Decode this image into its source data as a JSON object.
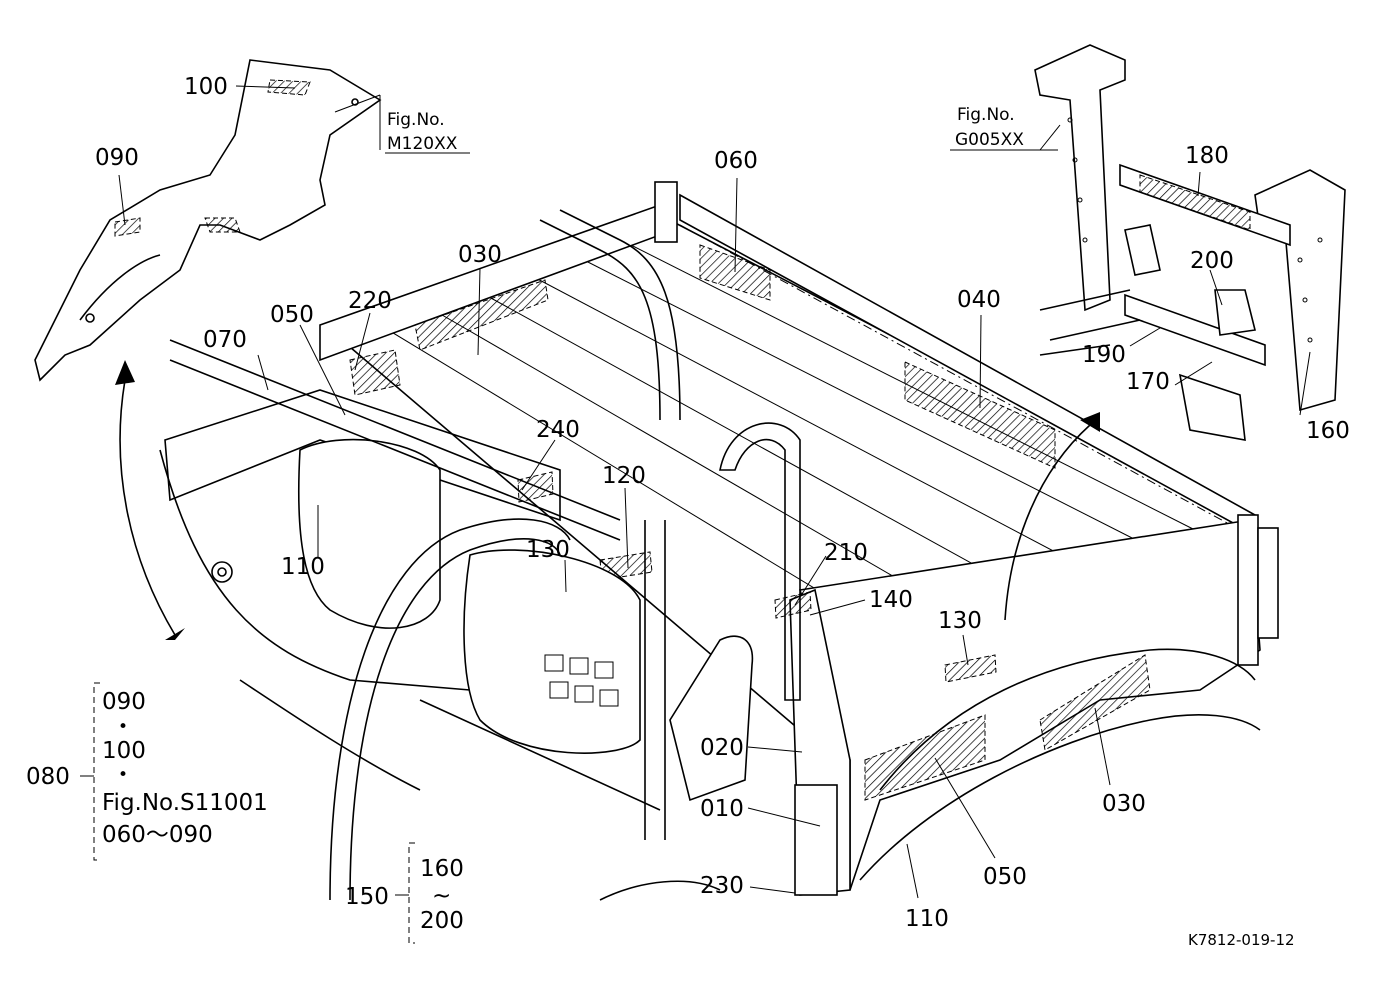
{
  "labels": {
    "l100": "100",
    "l090": "090",
    "l060": "060",
    "l030_top": "030",
    "l220": "220",
    "l050_top": "050",
    "l070": "070",
    "l240": "240",
    "l120": "120",
    "l110_left": "110",
    "l130_left": "130",
    "l210": "210",
    "l140": "140",
    "l040": "040",
    "l180": "180",
    "l200": "200",
    "l190": "190",
    "l170": "170",
    "l160": "160",
    "l130_right": "130",
    "l020": "020",
    "l010": "010",
    "l030_right": "030",
    "l050_right": "050",
    "l230": "230",
    "l110_bottom": "110"
  },
  "references": {
    "fig_m120_line1": "Fig.No.",
    "fig_m120_line2": "M120XX",
    "fig_g005_line1": "Fig.No.",
    "fig_g005_line2": "G005XX"
  },
  "groups": {
    "g080": {
      "number": "080",
      "line1": "090",
      "dot1": "•",
      "line2": "100",
      "dot2": "•",
      "line3": "Fig.No.S11001",
      "line4": "060～090"
    },
    "g150": {
      "number": "150",
      "line1": "160",
      "tilde": "~",
      "line2": "200"
    }
  },
  "drawing_code": "K7812-019-12",
  "colors": {
    "line": "#000000",
    "background": "#ffffff"
  }
}
